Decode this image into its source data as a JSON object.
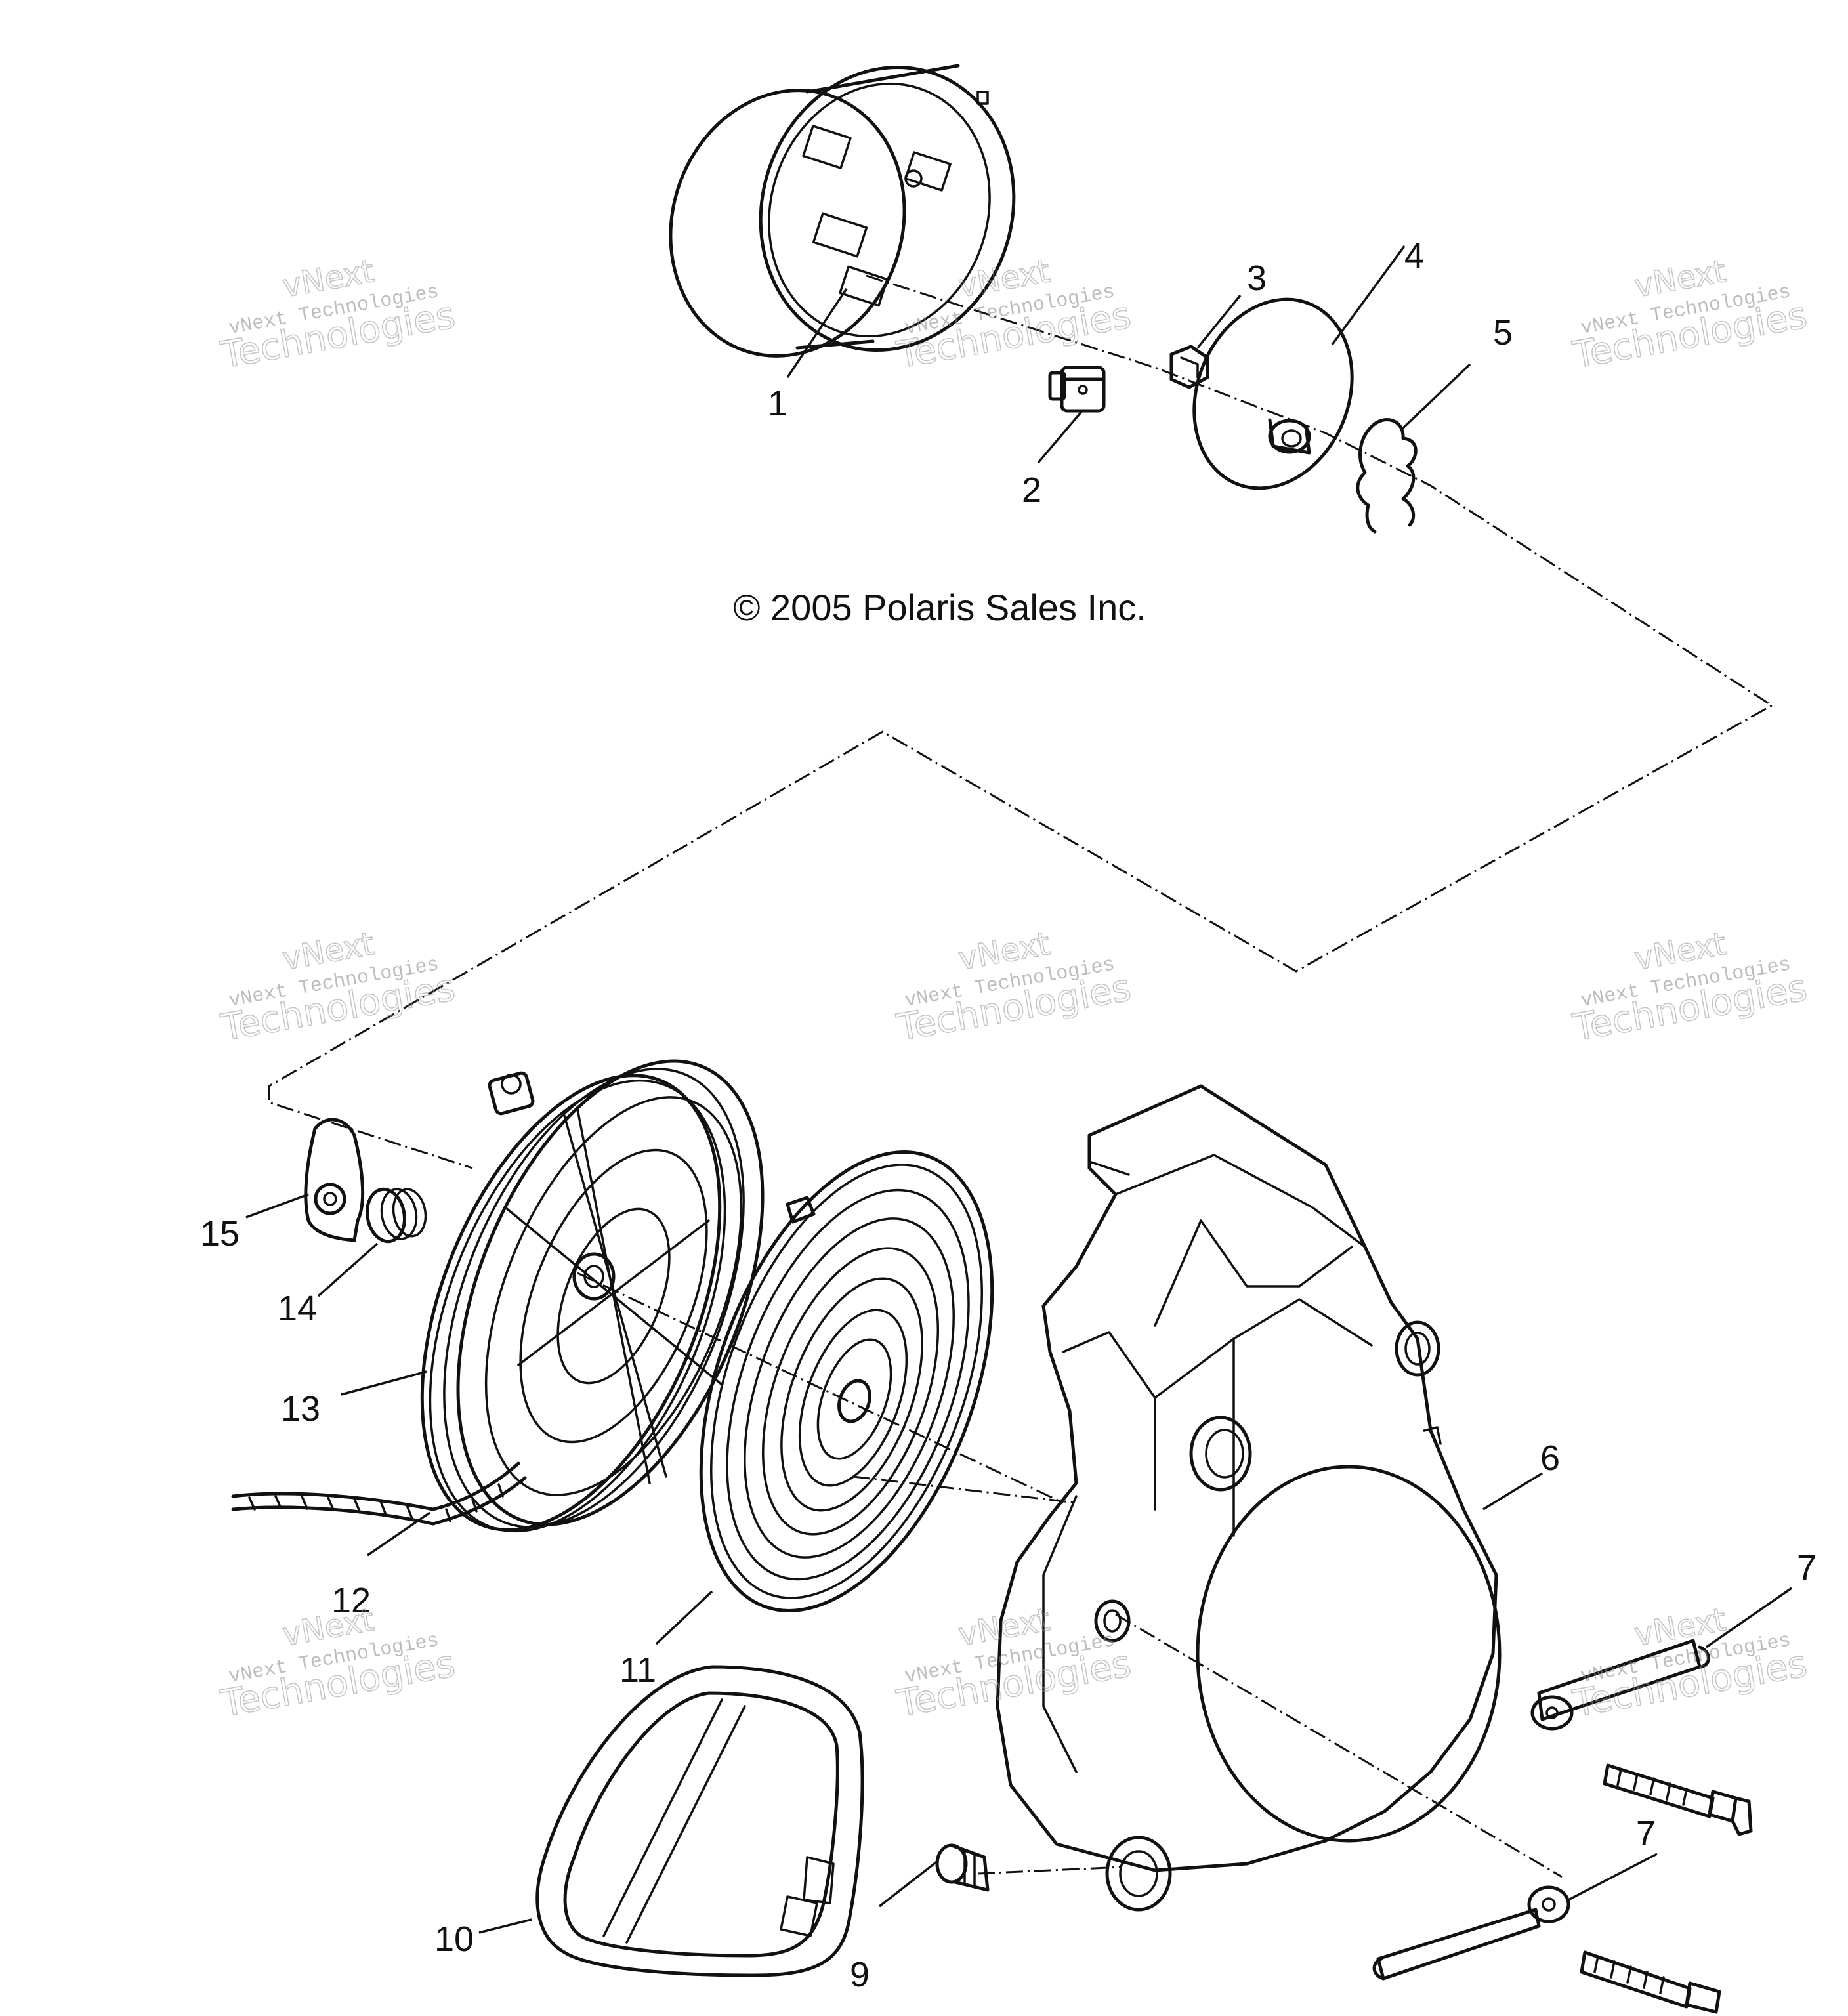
{
  "copyright": "© 2005 Polaris Sales Inc.",
  "watermark": {
    "line_small": "vNext Technologies",
    "line_big_1": "vNext",
    "line_big_2": "Technologies"
  },
  "callouts": {
    "c1": "1",
    "c2": "2",
    "c3": "3",
    "c4": "4",
    "c5": "5",
    "c6": "6",
    "c7a": "7",
    "c7b": "7",
    "c9": "9",
    "c10": "10",
    "c11": "11",
    "c12": "12",
    "c13": "13",
    "c14": "14",
    "c15": "15"
  }
}
